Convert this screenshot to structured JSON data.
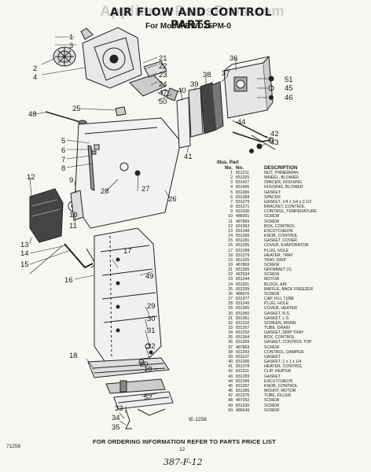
{
  "header": {
    "watermark": "AppliancePartsPros.com",
    "title": "AIR FLOW AND CONTROL PARTS",
    "model_line": "For Model EWD25PM-0"
  },
  "callouts": [
    "1",
    "2",
    "3",
    "4",
    "5",
    "6",
    "7",
    "8",
    "9",
    "10",
    "11",
    "12",
    "13",
    "14",
    "15",
    "16",
    "17",
    "18",
    "19",
    "20",
    "21",
    "22",
    "23",
    "24",
    "25",
    "26",
    "27",
    "28",
    "29",
    "30",
    "31",
    "32",
    "33",
    "34",
    "35",
    "36",
    "37",
    "38",
    "39",
    "40",
    "41",
    "42",
    "43",
    "44",
    "45",
    "46",
    "47",
    "48",
    "49",
    "50",
    "51",
    "52"
  ],
  "parts_table": {
    "header_top": "Illus.  Part",
    "columns": [
      "No.",
      "No.",
      "DESCRIPTION"
    ],
    "rows": [
      [
        "1",
        "851211",
        "NUT, TINNERMAN"
      ],
      [
        "2",
        "831325",
        "WHEEL, BLOWER"
      ],
      [
        "3",
        "831427",
        "SPACER, HOUSING"
      ],
      [
        "4",
        "851406",
        "HOUSING, BLOWER"
      ],
      [
        "5",
        "831366",
        "GASKET"
      ],
      [
        "6",
        "831284",
        "SPACER"
      ],
      [
        "7",
        "831279",
        "GASKET, 1/4 x 1/4 x 3 1/2"
      ],
      [
        "8",
        "831371",
        "BRACKET, CONTROL"
      ],
      [
        "9",
        "831330",
        "CONTROL, TEMPERATURE"
      ],
      [
        "10",
        "486001",
        "SCREW"
      ],
      [
        "11",
        "487869",
        "SCREW"
      ],
      [
        "12",
        "831363",
        "BOX, CONTROL"
      ],
      [
        "13",
        "831348",
        "ESCUTCHEON"
      ],
      [
        "14",
        "831396",
        "KNOB, CONTROL"
      ],
      [
        "15",
        "831281",
        "GASKET, COVER"
      ],
      [
        "16",
        "831395",
        "COVER, EVAPORATOR"
      ],
      [
        "17",
        "831289",
        "PLUG, HOLE"
      ],
      [
        "18",
        "831379",
        "HEATER, TRAY"
      ],
      [
        "19",
        "851325",
        "TRAY, DRIP"
      ],
      [
        "20",
        "487869",
        "SCREW"
      ],
      [
        "21",
        "831365",
        "GROMMET (2)"
      ],
      [
        "22",
        "487534",
        "SCREW"
      ],
      [
        "23",
        "831244",
        "MOTOR"
      ],
      [
        "24",
        "831301",
        "BLOCK, AIR"
      ],
      [
        "25",
        "831339",
        "BAFFLE, BACK FREEZER"
      ],
      [
        "26",
        "486676",
        "SCREW"
      ],
      [
        "27",
        "831377",
        "CAP, FILL TUBE"
      ],
      [
        "28",
        "831245",
        "PLUG, HOLE"
      ],
      [
        "29",
        "831305",
        "COVER, HEATER"
      ],
      [
        "30",
        "831360",
        "GASKET, R.S."
      ],
      [
        "31",
        "831361",
        "GASKET, L.S."
      ],
      [
        "32",
        "831310",
        "SCREEN, DRAIN"
      ],
      [
        "33",
        "831357",
        "TUBE, DRAIN"
      ],
      [
        "34",
        "831292",
        "GASKET, DRIP TRAY"
      ],
      [
        "35",
        "831364",
        "BOX, CONTROL"
      ],
      [
        "36",
        "831309",
        "GASKET, CONTROL TOP"
      ],
      [
        "37",
        "487869",
        "SCREW"
      ],
      [
        "38",
        "831343",
        "CONTROL, DAMPER"
      ],
      [
        "39",
        "831107",
        "GASKET"
      ],
      [
        "40",
        "831306",
        "GASKET, 1 x 1 x 1/4"
      ],
      [
        "41",
        "831378",
        "HEATER, CONTROL"
      ],
      [
        "42",
        "831311",
        "CLIP, HEATER"
      ],
      [
        "43",
        "831283",
        "GASKET"
      ],
      [
        "44",
        "831349",
        "ESCUTCHEON"
      ],
      [
        "45",
        "831397",
        "KNOB, CONTROL"
      ],
      [
        "46",
        "831386",
        "MOUNT, MOTOR"
      ],
      [
        "47",
        "831375",
        "TUBE, FILLER"
      ],
      [
        "48",
        "487052",
        "SCREW"
      ],
      [
        "49",
        "831230",
        "SCREW"
      ],
      [
        "50",
        "486649",
        "SCREW"
      ]
    ]
  },
  "figure_code": "IE-1258",
  "footer": "FOR ORDERING INFORMATION REFER TO PARTS PRICE LIST",
  "left_code": "71258",
  "page_number": "12",
  "handwriting": "387-F-12"
}
